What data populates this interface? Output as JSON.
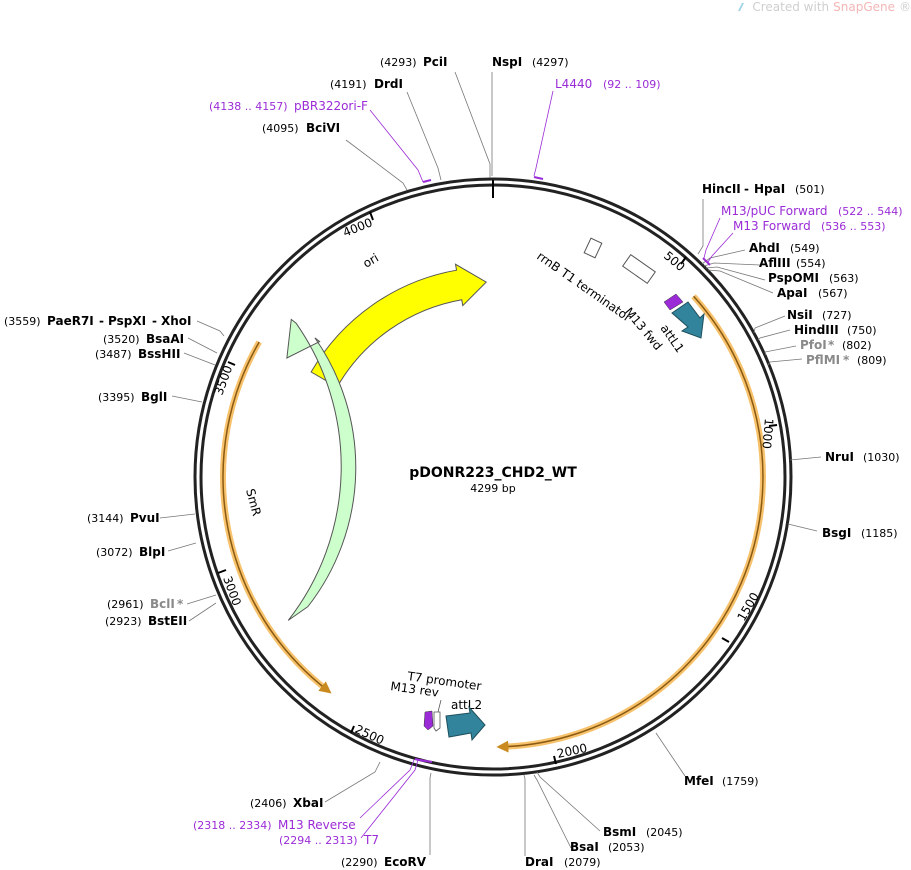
{
  "watermark": {
    "prefix": "Created with ",
    "brand": "SnapGene",
    "reg": "®"
  },
  "plasmid": {
    "name": "pDONR223_CHD2_WT",
    "length": "4299 bp"
  },
  "ruler_ticks": [
    "500",
    "1000",
    "1500",
    "2000",
    "2500",
    "3000",
    "3500",
    "4000"
  ],
  "sites": [
    {
      "id": "ncil",
      "name": "PciI",
      "pos": "(4293)"
    },
    {
      "id": "nspi",
      "name": "NspI",
      "pos": "(4297)"
    },
    {
      "id": "drdi",
      "name": "DrdI",
      "pos": "(4191)"
    },
    {
      "id": "bcivi",
      "name": "BciVI",
      "pos": "(4095)"
    },
    {
      "id": "hincii",
      "name": "HincII",
      "name2": "HpaI",
      "pos": "(501)"
    },
    {
      "id": "ahdi",
      "name": "AhdI",
      "pos": "(549)"
    },
    {
      "id": "afliii",
      "name": "AflIII",
      "pos": "(554)"
    },
    {
      "id": "pspomi",
      "name": "PspOMI",
      "pos": "(563)"
    },
    {
      "id": "apai",
      "name": "ApaI",
      "pos": "(567)"
    },
    {
      "id": "nsii",
      "name": "NsiI",
      "pos": "(727)"
    },
    {
      "id": "hindiii",
      "name": "HindIII",
      "pos": "(750)"
    },
    {
      "id": "pfoi",
      "name": "PfoI",
      "star": "*",
      "pos": "(802)"
    },
    {
      "id": "pflmi",
      "name": "PflMI",
      "star": "*",
      "pos": "(809)"
    },
    {
      "id": "nrui",
      "name": "NruI",
      "pos": "(1030)"
    },
    {
      "id": "bsgi",
      "name": "BsgI",
      "pos": "(1185)"
    },
    {
      "id": "mfei",
      "name": "MfeI",
      "pos": "(1759)"
    },
    {
      "id": "bsmi",
      "name": "BsmI",
      "pos": "(2045)"
    },
    {
      "id": "bsai",
      "name": "BsaI",
      "pos": "(2053)"
    },
    {
      "id": "drai",
      "name": "DraI",
      "pos": "(2079)"
    },
    {
      "id": "ecorv",
      "name": "EcoRV",
      "pos": "(2290)"
    },
    {
      "id": "xbai",
      "name": "XbaI",
      "pos": "(2406)"
    },
    {
      "id": "bstEII",
      "name": "BstEII",
      "pos": "(2923)"
    },
    {
      "id": "bcli",
      "name": "BclI",
      "star": "*",
      "pos": "(2961)"
    },
    {
      "id": "blpi",
      "name": "BlpI",
      "pos": "(3072)"
    },
    {
      "id": "pvui",
      "name": "PvuI",
      "pos": "(3144)"
    },
    {
      "id": "bgli",
      "name": "BglI",
      "pos": "(3395)"
    },
    {
      "id": "bsshii",
      "name": "BssHII",
      "pos": "(3487)"
    },
    {
      "id": "bsaai",
      "name": "BsaAI",
      "pos": "(3520)"
    },
    {
      "id": "paer7i",
      "name": "PaeR7I",
      "name2": "PspXI",
      "name3": "XhoI",
      "pos": "(3559)"
    }
  ],
  "primers": [
    {
      "id": "l4440",
      "name": "L4440",
      "pos": "(92 .. 109)"
    },
    {
      "id": "pbr322",
      "name": "pBR322ori-F",
      "pos": "(4138 .. 4157)"
    },
    {
      "id": "m13puc",
      "name": "M13/pUC Forward",
      "pos": "(522 .. 544)"
    },
    {
      "id": "m13fwd",
      "name": "M13 Forward",
      "pos": "(536 .. 553)"
    },
    {
      "id": "m13rev",
      "name": "M13 Reverse",
      "pos": "(2318 .. 2334)"
    },
    {
      "id": "t7",
      "name": "T7",
      "pos": "(2294 .. 2313)"
    }
  ],
  "features": {
    "ori": "ori",
    "smr": "SmR",
    "rrnb": "rrnB T1 terminator",
    "m13fwd": "M13 fwd",
    "attl1": "attL1",
    "t7prom": "T7 promoter",
    "m13rev": "M13 rev",
    "attl2": "attL2"
  },
  "colors": {
    "ori": "#ffff00",
    "smr": "#ccffcc",
    "attL": "#31849b",
    "primer": "#9b2bd6",
    "orf": "#f7c26b",
    "backbone": "#222222"
  }
}
